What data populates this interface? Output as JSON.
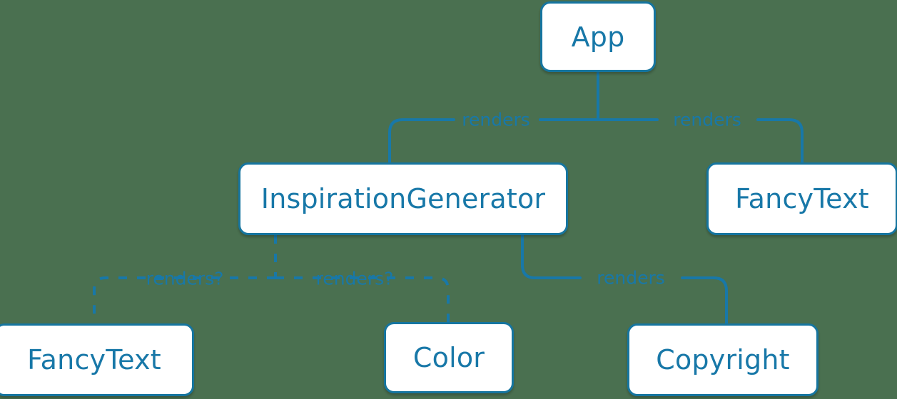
{
  "diagram": {
    "type": "component-tree",
    "background_color": "#4a7050",
    "node_fill": "#ffffff",
    "node_border_color": "#16759f",
    "text_color": "#1878a8",
    "edge_color": "#1878a8",
    "nodes": [
      {
        "id": "app",
        "label": "App"
      },
      {
        "id": "insp",
        "label": "InspirationGenerator"
      },
      {
        "id": "fancy_right",
        "label": "FancyText"
      },
      {
        "id": "fancy_bottom",
        "label": "FancyText"
      },
      {
        "id": "color",
        "label": "Color"
      },
      {
        "id": "copyright",
        "label": "Copyright"
      }
    ],
    "edges": [
      {
        "from": "app",
        "to": "insp",
        "label": "renders",
        "style": "solid"
      },
      {
        "from": "app",
        "to": "fancy_right",
        "label": "renders",
        "style": "solid"
      },
      {
        "from": "insp",
        "to": "fancy_bottom",
        "label": "renders?",
        "style": "dashed"
      },
      {
        "from": "insp",
        "to": "color",
        "label": "renders?",
        "style": "dashed"
      },
      {
        "from": "insp",
        "to": "copyright",
        "label": "renders",
        "style": "solid"
      }
    ]
  }
}
